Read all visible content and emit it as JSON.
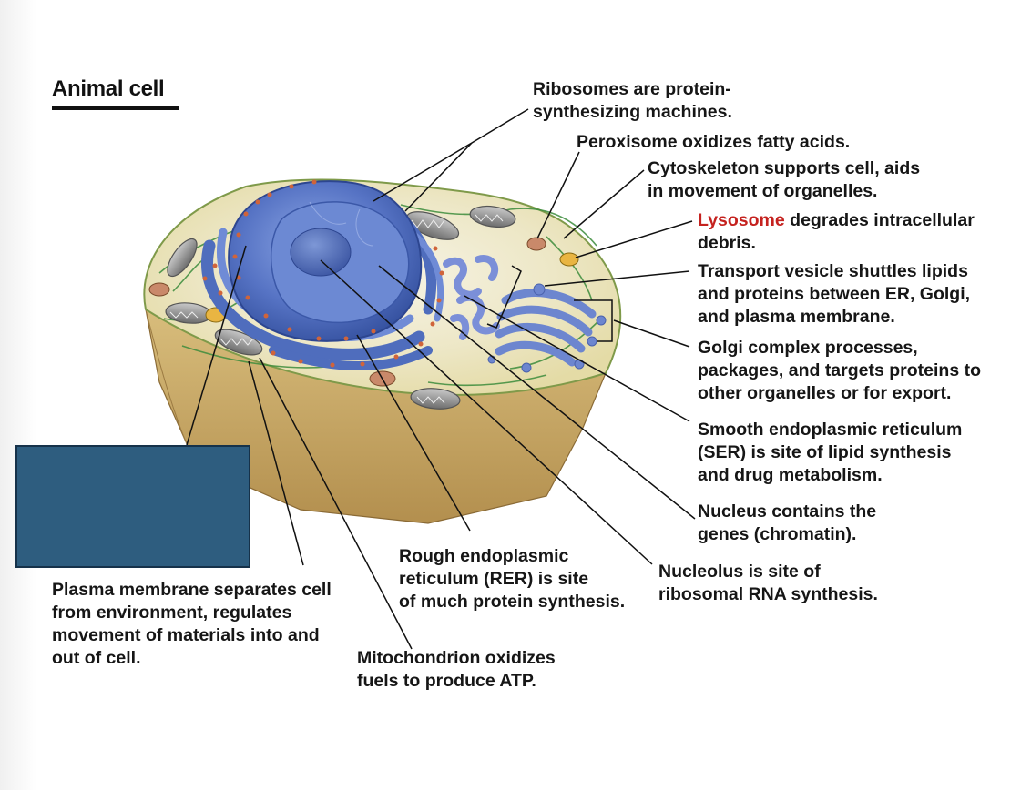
{
  "title": "Animal cell",
  "labels": {
    "ribosomes": [
      "Ribosomes are protein-",
      "synthesizing machines."
    ],
    "peroxisome": [
      "Peroxisome oxidizes fatty acids."
    ],
    "cytoskeleton": [
      "Cytoskeleton supports cell, aids",
      "in movement of organelles."
    ],
    "lysosome": {
      "term": "Lysosome",
      "rest": " degrades intracellular",
      "line2": "debris."
    },
    "transport_vesicle": [
      "Transport vesicle shuttles lipids",
      "and proteins between ER, Golgi,",
      "and plasma membrane."
    ],
    "golgi": [
      "Golgi complex processes,",
      "packages, and targets proteins to",
      "other organelles or for export."
    ],
    "ser": [
      "Smooth endoplasmic reticulum",
      "(SER) is site of lipid synthesis",
      "and drug metabolism."
    ],
    "nucleus": [
      "Nucleus contains the",
      "genes (chromatin)."
    ],
    "nucleolus": [
      "Nucleolus is site of",
      "ribosomal RNA synthesis."
    ],
    "rer": [
      "Rough endoplasmic",
      "reticulum (RER) is site",
      "of much protein synthesis."
    ],
    "mitochondrion": [
      "Mitochondrion oxidizes",
      "fuels to produce ATP."
    ],
    "plasma_membrane": [
      "Plasma membrane separates cell",
      "from environment, regulates",
      "movement of materials into and",
      "out of cell."
    ]
  },
  "colors": {
    "highlight": "#c5221f",
    "text": "#161616",
    "mask": "#2e5d7f",
    "cytoplasm": "#efe8b8",
    "cell_base": "#c9a86a",
    "nucleus": "#4d6fbf",
    "er": "#5a79c8",
    "golgi": "#6d86cf",
    "mitochondria": "#8a8a8a",
    "cytoskeleton": "#3c8c3c"
  }
}
